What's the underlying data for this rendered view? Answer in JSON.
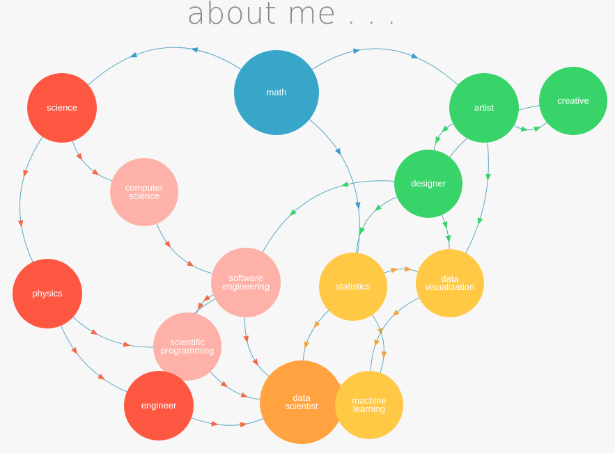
{
  "title": "about me . . .",
  "colors": {
    "science_red": "#fd5742",
    "math_blue": "#38a6c8",
    "design_green": "#38d46a",
    "light_pink": "#fdb1a8",
    "stats_yellow": "#ffc845",
    "data_orange": "#ffa23f",
    "edge_blue": "#5aa6c4",
    "arrow_red": "#f36a4b",
    "arrow_green": "#38d46a",
    "arrow_blue": "#3b9ecb",
    "arrow_orange": "#f3a43d"
  },
  "nodes": [
    {
      "id": "math",
      "lines": [
        "math"
      ],
      "color": "math_blue"
    },
    {
      "id": "science",
      "lines": [
        "science"
      ],
      "color": "science_red"
    },
    {
      "id": "artist",
      "lines": [
        "artist"
      ],
      "color": "design_green"
    },
    {
      "id": "creative",
      "lines": [
        "creative"
      ],
      "color": "design_green"
    },
    {
      "id": "designer",
      "lines": [
        "designer"
      ],
      "color": "design_green"
    },
    {
      "id": "computer-science",
      "lines": [
        "computer",
        "science"
      ],
      "color": "light_pink"
    },
    {
      "id": "software-engineering",
      "lines": [
        "software",
        "engineering"
      ],
      "color": "light_pink"
    },
    {
      "id": "physics",
      "lines": [
        "physics"
      ],
      "color": "science_red"
    },
    {
      "id": "statistics",
      "lines": [
        "statistics"
      ],
      "color": "stats_yellow"
    },
    {
      "id": "data-visualization",
      "lines": [
        "data",
        "visualization"
      ],
      "color": "stats_yellow"
    },
    {
      "id": "scientific-programming",
      "lines": [
        "scientific",
        "programming"
      ],
      "color": "light_pink"
    },
    {
      "id": "engineer",
      "lines": [
        "engineer"
      ],
      "color": "science_red"
    },
    {
      "id": "data-scientist",
      "lines": [
        "data",
        "scientist"
      ],
      "color": "data_orange"
    },
    {
      "id": "machine-learning",
      "lines": [
        "machine",
        "learning"
      ],
      "color": "stats_yellow"
    }
  ],
  "edges": [
    {
      "from": "math",
      "to": "science",
      "arrow": "arrow_blue"
    },
    {
      "from": "math",
      "to": "artist",
      "arrow": "arrow_blue"
    },
    {
      "from": "math",
      "to": "statistics",
      "arrow": "arrow_blue"
    },
    {
      "from": "artist",
      "to": "creative",
      "arrow": "arrow_green"
    },
    {
      "from": "artist",
      "to": "designer",
      "arrow": "arrow_green"
    },
    {
      "from": "artist",
      "to": "data-visualization",
      "arrow": "arrow_green"
    },
    {
      "from": "creative",
      "to": "designer",
      "arrow": "arrow_green"
    },
    {
      "from": "designer",
      "to": "software-engineering",
      "arrow": "arrow_green"
    },
    {
      "from": "designer",
      "to": "data-visualization",
      "arrow": "arrow_green"
    },
    {
      "from": "designer",
      "to": "statistics",
      "arrow": "arrow_green"
    },
    {
      "from": "science",
      "to": "computer-science",
      "arrow": "arrow_red"
    },
    {
      "from": "science",
      "to": "physics",
      "arrow": "arrow_red"
    },
    {
      "from": "computer-science",
      "to": "software-engineering",
      "arrow": "arrow_red"
    },
    {
      "from": "physics",
      "to": "scientific-programming",
      "arrow": "arrow_red"
    },
    {
      "from": "physics",
      "to": "engineer",
      "arrow": "arrow_red"
    },
    {
      "from": "software-engineering",
      "to": "scientific-programming",
      "arrow": "arrow_red"
    },
    {
      "from": "software-engineering",
      "to": "data-scientist",
      "arrow": "arrow_red"
    },
    {
      "from": "engineer",
      "to": "software-engineering",
      "arrow": "arrow_red"
    },
    {
      "from": "engineer",
      "to": "data-scientist",
      "arrow": "arrow_red"
    },
    {
      "from": "scientific-programming",
      "to": "data-scientist",
      "arrow": "arrow_red"
    },
    {
      "from": "statistics",
      "to": "data-visualization",
      "arrow": "arrow_orange"
    },
    {
      "from": "statistics",
      "to": "machine-learning",
      "arrow": "arrow_orange"
    },
    {
      "from": "statistics",
      "to": "data-scientist",
      "arrow": "arrow_orange"
    },
    {
      "from": "data-visualization",
      "to": "machine-learning",
      "arrow": "arrow_orange"
    },
    {
      "from": "machine-learning",
      "to": "data-scientist",
      "arrow": "arrow_orange"
    }
  ]
}
